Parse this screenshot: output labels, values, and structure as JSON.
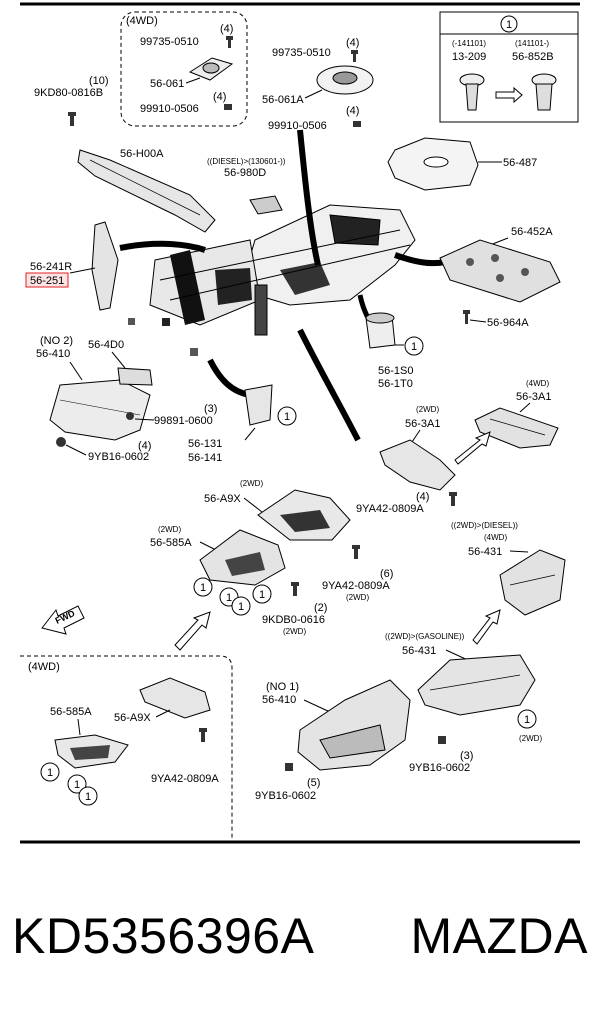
{
  "labels": {
    "l4wd_top": "(4WD)",
    "p99735_a": "99735-0510",
    "q4_a": "(4)",
    "p56061": "56-061",
    "p99910_a": "99910-0506",
    "q4_b": "(4)",
    "q4_c": "(4)",
    "p99735_b": "99735-0510",
    "p56061a": "56-061A",
    "q4_d": "(4)",
    "p99910_b": "99910-0506",
    "q10": "(10)",
    "p9kd80": "9KD80-0816B",
    "p56h00a": "56-H00A",
    "diesel_top": "((DIESEL)>(130601-))",
    "p56980d": "56-980D",
    "p56487": "56-487",
    "p56452a": "56-452A",
    "p56964a": "56-964A",
    "p56241r": "56-241R",
    "p56251": "56-251",
    "no2": "(NO 2)",
    "p56410_a": "56-410",
    "p564d0": "56-4D0",
    "q3_a": "(3)",
    "p99891": "99891-0600",
    "q4_e": "(4)",
    "p9yb16_a": "9YB16-0602",
    "p56131": "56-131",
    "p56141": "56-141",
    "p561s0": "56-1S0",
    "p561t0": "56-1T0",
    "l4wd_b": "(4WD)",
    "p563a1_a": "56-3A1",
    "l2wd_a": "(2WD)",
    "p563a1_b": "56-3A1",
    "q4_f": "(4)",
    "p9ya42_a": "9YA42-0809A",
    "l2wd_b": "(2WD)",
    "p56a9x_a": "56-A9X",
    "l2wd_c": "(2WD)",
    "p56585a_a": "56-585A",
    "q6": "(6)",
    "p9ya42_b": "9YA42-0809A",
    "l2wd_d": "(2WD)",
    "q2": "(2)",
    "p9kdb0": "9KDB0-0616",
    "l2wd_e": "(2WD)",
    "diesel_2wd": "((2WD)>(DIESEL))",
    "l4wd_c": "(4WD)",
    "p56431_a": "56-431",
    "gasoline": "((2WD)>(GASOLINE))",
    "p56431_b": "56-431",
    "l2wd_f": "(2WD)",
    "fwd": "FWD",
    "l4wd_d": "(4WD)",
    "p56585a_b": "56-585A",
    "p56a9x_b": "56-A9X",
    "p9ya42_c": "9YA42-0809A",
    "no1": "(NO 1)",
    "p56410_b": "56-410",
    "q3_b": "(3)",
    "p9yb16_b": "9YB16-0602",
    "q5": "(5)",
    "p9yb16_c": "9YB16-0602"
  },
  "legend": {
    "circle": "1",
    "date_before": "(-141101)",
    "date_after": "(141101-)",
    "part_before": "13-209",
    "part_after": "56-852B"
  },
  "callout": "1",
  "footer": {
    "part_number": "KD5356396A",
    "brand": "MAZDA"
  }
}
